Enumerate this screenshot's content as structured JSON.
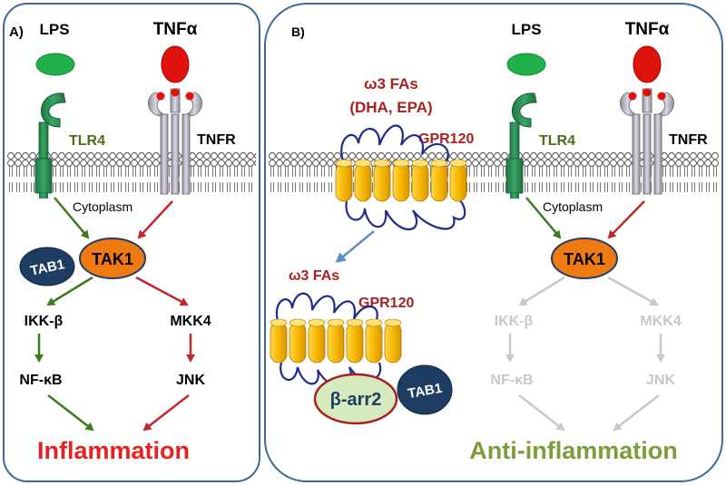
{
  "panel_a": {
    "letter": "A)",
    "lps": "LPS",
    "tnf": "TNFα",
    "tlr4": "TLR4",
    "tnfr": "TNFR",
    "cytoplasm": "Cytoplasm",
    "tab1": "TAB1",
    "tak1": "TAK1",
    "ikk": "IKK-β",
    "mkk4": "MKK4",
    "nfkb": "NF-κB",
    "jnk": "JNK",
    "outcome": "Inflammation"
  },
  "panel_b": {
    "letter": "B)",
    "fas_top_line1": "ω3 FAs",
    "fas_top_line2": "(DHA, EPA)",
    "gpr120_top": "GPR120",
    "fas_bottom": "ω3 FAs",
    "gpr120_bottom": "GPR120",
    "barr2": "β-arr2",
    "tab1": "TAB1",
    "lps": "LPS",
    "tnf": "TNFα",
    "tlr4": "TLR4",
    "tnfr": "TNFR",
    "cytoplasm": "Cytoplasm",
    "tak1": "TAK1",
    "ikk": "IKK-β",
    "mkk4": "MKK4",
    "nfkb": "NF-κB",
    "jnk": "JNK",
    "outcome": "Anti-inflammation"
  },
  "colors": {
    "frame": "#3d6a99",
    "green_dark": "#2e6e3e",
    "green_text": "#4e6b1e",
    "red": "#c0282c",
    "red_text": "#a8201f",
    "navy": "#1f3d62",
    "orange": "#f07a12",
    "gray": "#c8c8c8",
    "olive": "#7e9c3a",
    "helix": "#f4b400",
    "loop": "#1e2a8c"
  }
}
